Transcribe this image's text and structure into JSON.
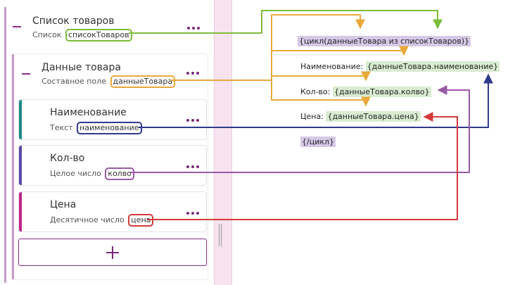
{
  "list": {
    "title": "Список товаров",
    "type_label": "Список",
    "tag": "списокТоваров",
    "color": "#7dbd3a"
  },
  "composite": {
    "title": "Данные товара",
    "type_label": "Составное поле",
    "tag": "данныеТовара",
    "color": "#e8a93a"
  },
  "fields": [
    {
      "title": "Наименование",
      "type_label": "Текст",
      "tag": "наименование",
      "accent": "#1d8a8a",
      "color": "#2e3a8a"
    },
    {
      "title": "Кол-во",
      "type_label": "Целое число",
      "tag": "колво",
      "accent": "#5a4aa8",
      "color": "#9a5aa8"
    },
    {
      "title": "Цена",
      "type_label": "Десятичное число",
      "tag": "цена",
      "accent": "#c0248a",
      "color": "#d43a3a"
    }
  ],
  "add_button_label": "+",
  "template": {
    "loop_open": "{цикл(данныеТовара из списокТоваров)}",
    "line_name_label": "Наименование:",
    "line_name_value": "{данныеТовара.наименование}",
    "line_qty_label": "Кол-во:",
    "line_qty_value": "{данныеТовара.колво}",
    "line_price_label": "Цена:",
    "line_price_value": "{данныеТовара.цена}",
    "loop_close": "{/цикл}"
  },
  "colors": {
    "list_border": "#c89ac8",
    "splitter": "#f7e3ef",
    "highlight_green": "#d9ecd0",
    "highlight_purple": "#d7c8e6"
  }
}
